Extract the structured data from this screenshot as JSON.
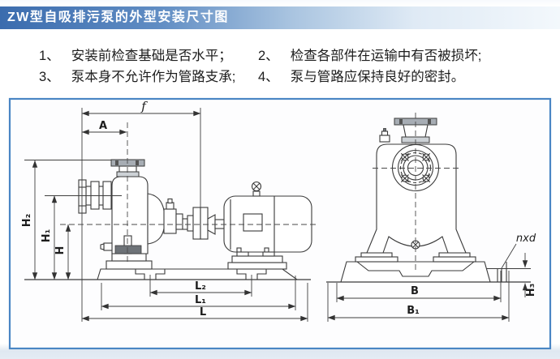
{
  "banner": {
    "title": "ZW型自吸排污泵的外型安装尺寸图"
  },
  "notes": {
    "items": [
      {
        "num": "1、",
        "text": "安装前检查基础是否水平；"
      },
      {
        "num": "2、",
        "text": "检查各部件在运输中有否被损坏;"
      },
      {
        "num": "3、",
        "text": "泵本身不允许作为管路支承;"
      },
      {
        "num": "4、",
        "text": "泵与管路应保持良好的密封。"
      }
    ]
  },
  "diagram": {
    "description": "ZW self-priming sewage pump outline and installation dimension drawing: side view (pump + motor on baseplate) and front view (pump on base)",
    "labels": {
      "f": "f",
      "A": "A",
      "H2": "H₂",
      "H1": "H₁",
      "H": "H",
      "L2": "L₂",
      "L1": "L₁",
      "L": "L",
      "B": "B",
      "B1": "B₁",
      "H3": "H₃",
      "nxd": "nxd"
    }
  },
  "colors": {
    "banner_left": "#3b6cae",
    "banner_right": "#f3f8fc",
    "panel_border": "#4a86c4",
    "panel_background": "#fdfdfe",
    "drawing_line": "#3a3a3a",
    "flange_gray": "#a7adb4",
    "page_bottom_strip": "#e4ecf4"
  }
}
